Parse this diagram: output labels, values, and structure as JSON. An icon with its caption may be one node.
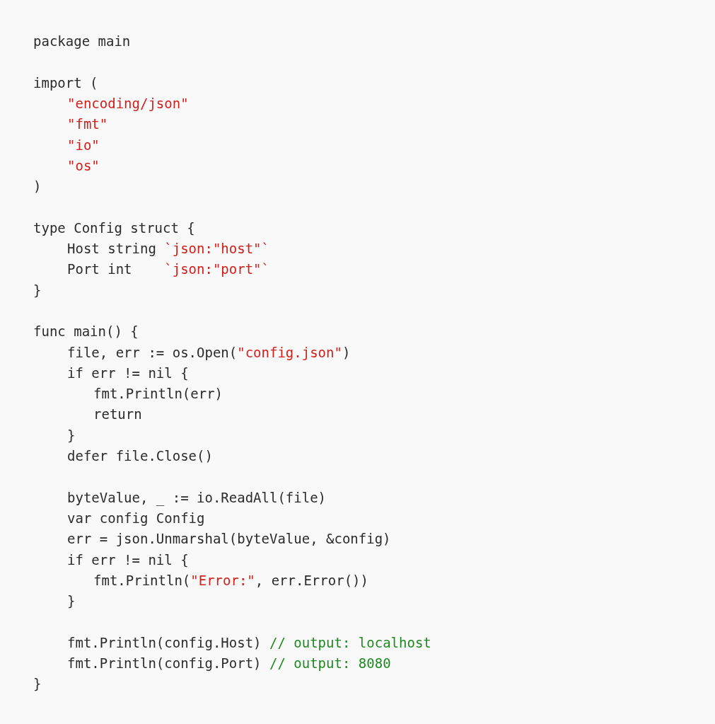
{
  "diagram": {
    "labels": [
      "package main",
      "import (",
      "\"encoding/json\"",
      "\"fmt\"",
      "\"io\"",
      "\"os\"",
      ")",
      "type Config struct {",
      "Host string `json:\"host\"`",
      "Port int    `json:\"port\"`",
      "}",
      "func main() {",
      "file, err := os.Open(\"config.json\")",
      "if err != nil {",
      "fmt.Println(err)",
      "return",
      "}",
      "defer file.Close()",
      "byteValue, _ := io.ReadAll(file)",
      "var config Config",
      "err = json.Unmarshal(byteValue, &config)",
      "if err != nil {",
      "fmt.Println(\"Error:\", err.Error())",
      "}",
      "fmt.Println(config.Host) // output: localhost",
      "fmt.Println(config.Port) // output: 8080",
      "}"
    ]
  }
}
